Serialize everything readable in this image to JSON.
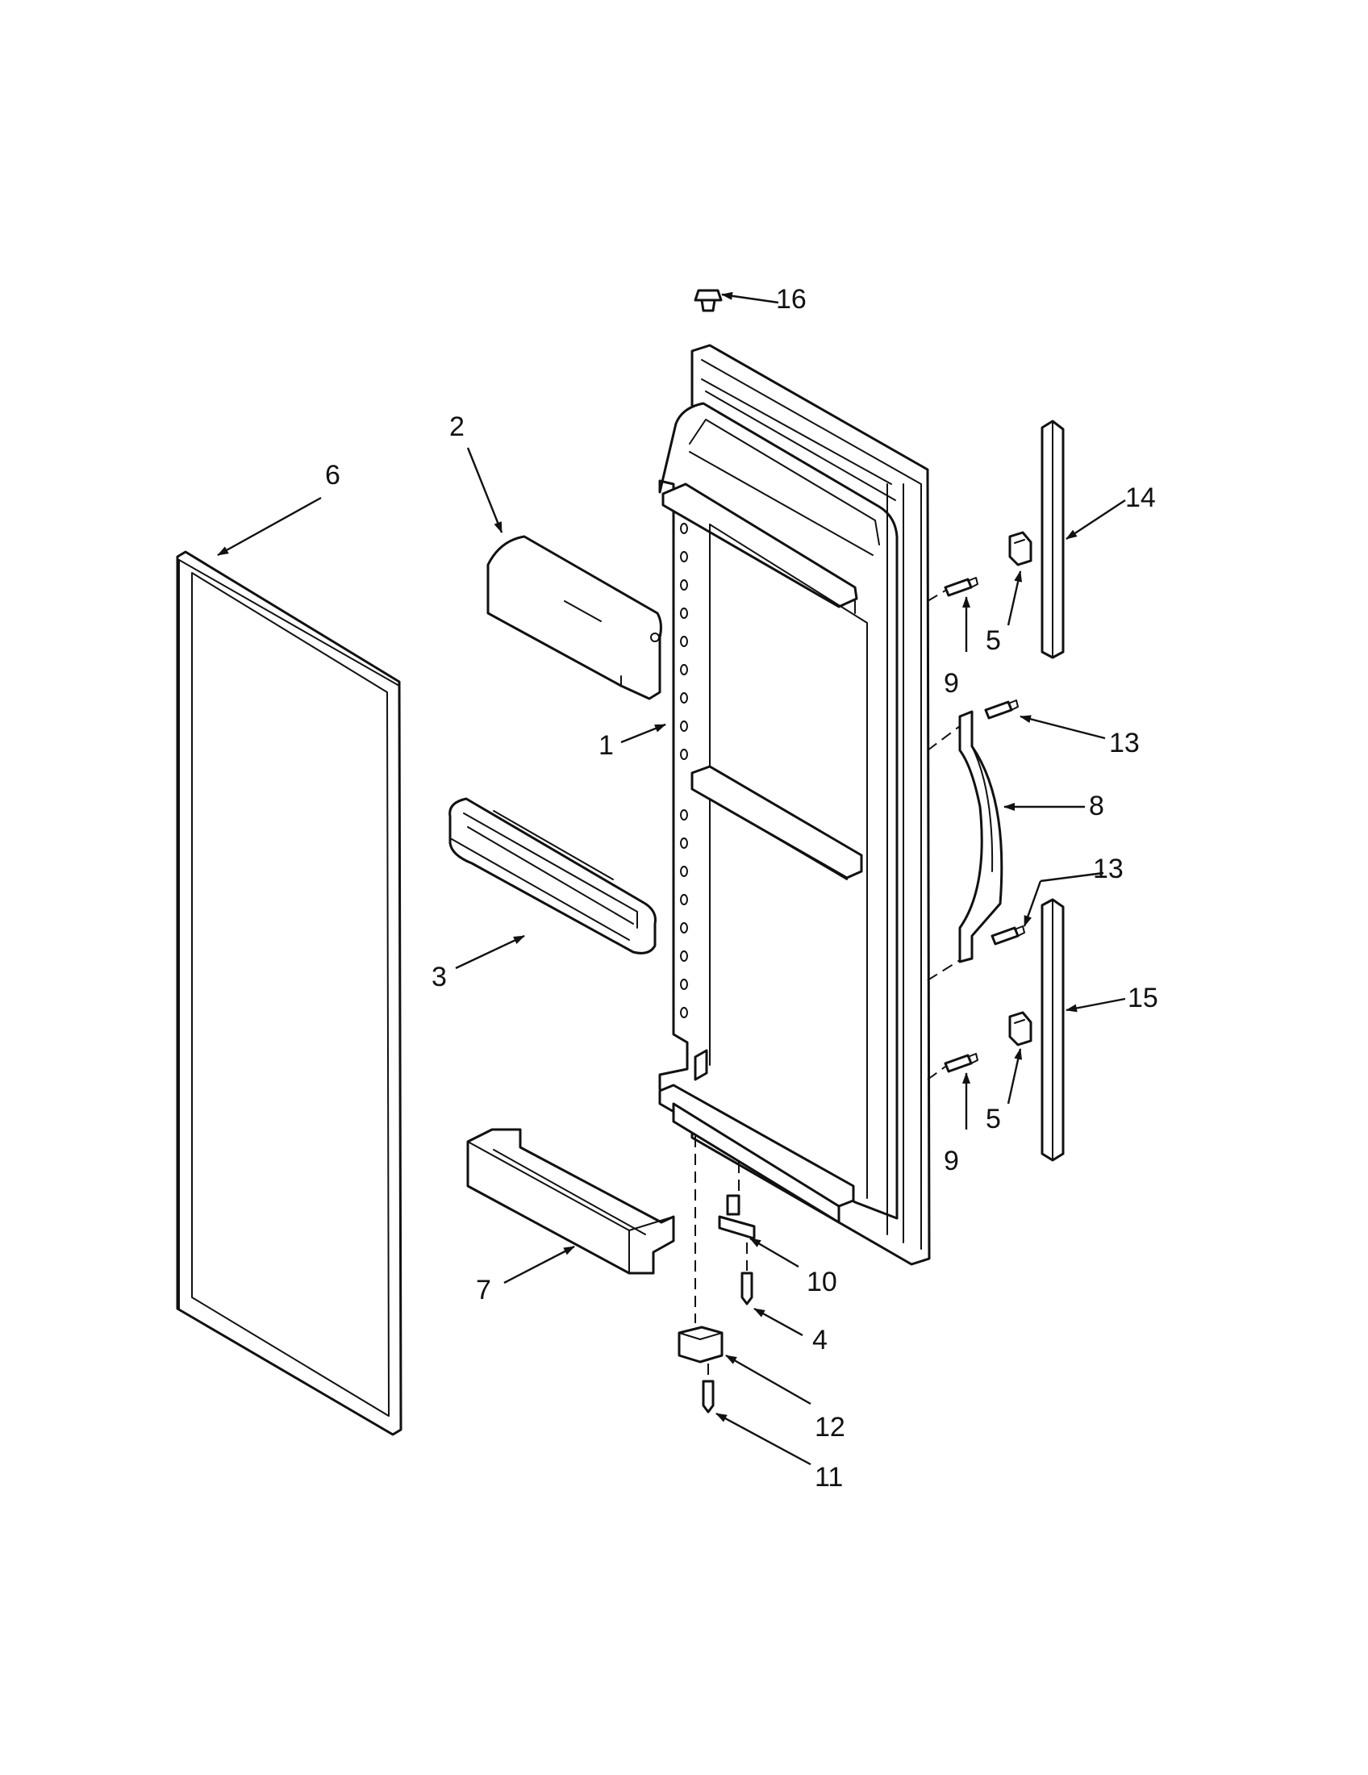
{
  "callouts": [
    {
      "id": "1",
      "label": "1"
    },
    {
      "id": "2",
      "label": "2"
    },
    {
      "id": "3",
      "label": "3"
    },
    {
      "id": "4",
      "label": "4"
    },
    {
      "id": "5a",
      "label": "5"
    },
    {
      "id": "5b",
      "label": "5"
    },
    {
      "id": "6",
      "label": "6"
    },
    {
      "id": "7",
      "label": "7"
    },
    {
      "id": "8",
      "label": "8"
    },
    {
      "id": "9a",
      "label": "9"
    },
    {
      "id": "9b",
      "label": "9"
    },
    {
      "id": "10",
      "label": "10"
    },
    {
      "id": "11",
      "label": "11"
    },
    {
      "id": "12",
      "label": "12"
    },
    {
      "id": "13a",
      "label": "13"
    },
    {
      "id": "13b",
      "label": "13"
    },
    {
      "id": "14",
      "label": "14"
    },
    {
      "id": "15",
      "label": "15"
    },
    {
      "id": "16",
      "label": "16"
    }
  ],
  "colors": {
    "line": "#111111",
    "background": "#ffffff"
  }
}
